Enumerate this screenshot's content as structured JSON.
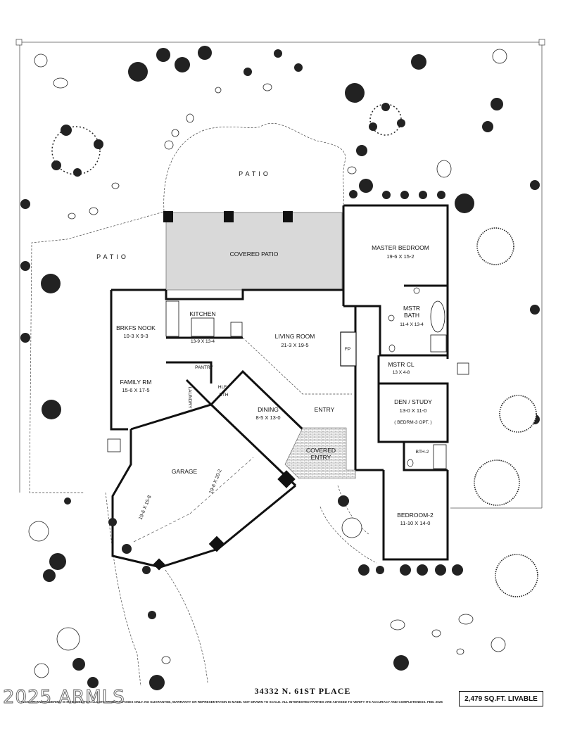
{
  "plan": {
    "address": "34332 N. 61ST PLACE",
    "livable_area": "2,479 SQ.FT. LIVABLE",
    "disclaimer": "FLOORPLAN RENDERING IS INTENDED FOR ILLUSTRATIVE PURPOSES ONLY. NO GUARANTEE, WARRANTY OR REPRESENTATION IS MADE. NOT DRAWN TO SCALE. ALL INTERESTED PARTIES ARE ADVISED TO VERIFY ITS ACCURACY AND COMPLETENESS. FEB. 2025",
    "watermark": "2025 ARMLS"
  },
  "rooms": {
    "patio_top": "PATIO",
    "patio_left": "PATIO",
    "covered_patio": "COVERED PATIO",
    "master_bedroom": {
      "name": "MASTER BEDROOM",
      "dim": "19-6 X 15-2"
    },
    "mstr_bath": {
      "name1": "MSTR",
      "name2": "BATH",
      "dim": "11-4 X 13-4"
    },
    "mstr_cl": {
      "name": "MSTR CL",
      "dim": "13 X 4-8"
    },
    "kitchen": {
      "name": "KITCHEN",
      "dim": "13-9 X 13-4"
    },
    "brkfs_nook": {
      "name": "BRKFS NOOK",
      "dim": "10-3 X 9-3"
    },
    "living_room": {
      "name": "LIVING ROOM",
      "dim": "21-3 X 19-5"
    },
    "fp": "FP",
    "family_rm": {
      "name": "FAMILY RM",
      "dim": "15-6 X 17-5"
    },
    "pantry": "PANTRY",
    "laundry": "LAUNDRY",
    "hlf_bth": {
      "name1": "HLF",
      "name2": "BTH"
    },
    "dining": {
      "name": "DINING",
      "dim": "8-5 X 13-0"
    },
    "entry": "ENTRY",
    "covered_entry": {
      "name1": "COVERED",
      "name2": "ENTRY"
    },
    "den_study": {
      "name": "DEN / STUDY",
      "dim": "13-0 X 11-0",
      "note": "( BEDRM-3 OPT. )"
    },
    "bth2": "BTH-2",
    "bedroom2": {
      "name": "BEDROOM-2",
      "dim": "11-10 X 14-0"
    },
    "garage": {
      "name": "GARAGE",
      "dim1": "19-6 X 20-2",
      "dim2": "19-6 X 15-8"
    }
  }
}
